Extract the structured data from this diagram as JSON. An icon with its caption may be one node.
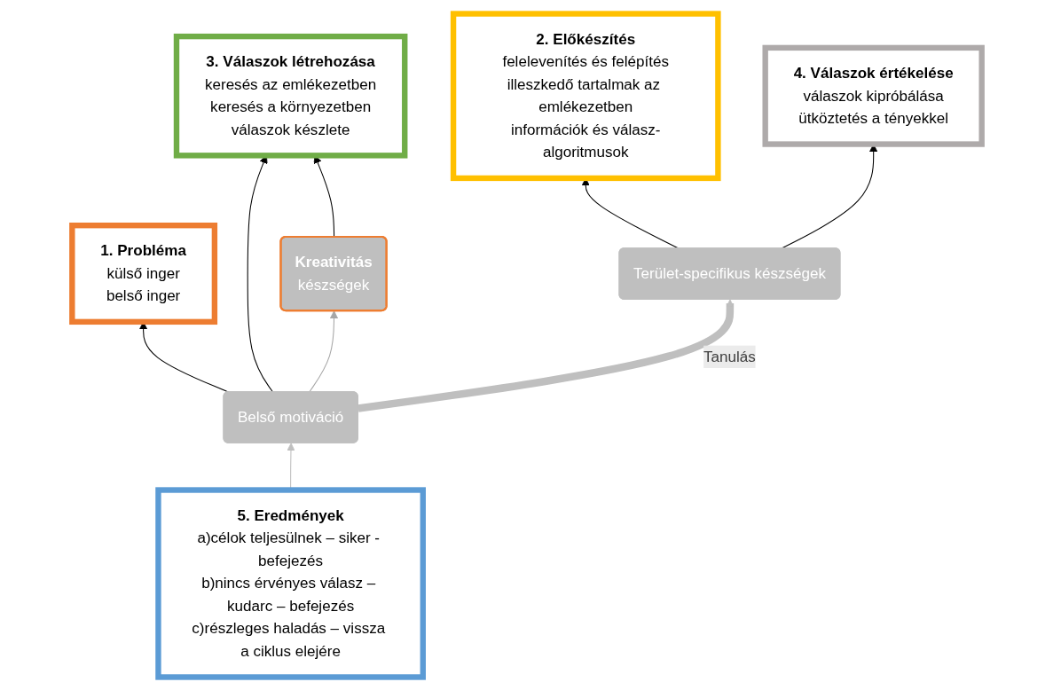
{
  "diagram": {
    "nodes": [
      {
        "text": [
          "1. Probléma",
          "külső inger",
          "belső inger"
        ]
      },
      {
        "text": [
          "2. Előkészítés",
          "felelevenítés és felépítés",
          "illeszkedő tartalmak az emlékezetben",
          "információk és válasz-algoritmusok"
        ]
      },
      {
        "text": [
          "3. Válaszok létrehozása",
          "keresés az emlékezetben",
          "keresés a környezetben",
          "válaszok készlete"
        ]
      },
      {
        "text": [
          "4. Válaszok értékelése",
          "válaszok kipróbálása",
          "ütköztetés a tényekkel"
        ]
      },
      {
        "text": [
          "5. Eredmények",
          "a)célok teljesülnek – siker - befejezés",
          "b)nincs érvényes válasz – kudarc – befejezés",
          "c)részleges haladás – vissza a ciklus elejére"
        ]
      },
      {
        "text": [
          "Belső motiváció"
        ]
      },
      {
        "text": [
          "Terület-specifikus készségek"
        ]
      },
      {
        "text": [
          "Kreativitás",
          "készségek"
        ]
      }
    ],
    "edges": [
      {
        "from": 5,
        "to": 0,
        "arrow": "to"
      },
      {
        "from": 5,
        "to": 2,
        "arrow": "to"
      },
      {
        "from": 6,
        "to": 1,
        "arrow": "to"
      },
      {
        "from": 6,
        "to": 3,
        "arrow": "to"
      },
      {
        "from": 7,
        "to": 2,
        "arrow": "to"
      },
      {
        "from": 5,
        "to": 6,
        "arrow": "to",
        "label": "Tanulás",
        "style": "thick",
        "color": "#bfbfbf"
      },
      {
        "from": 5,
        "to": 7,
        "arrow": "to",
        "color": "#a6a6a6"
      },
      {
        "from": 4,
        "to": 5,
        "arrow": "to",
        "color": "#bfbfbf"
      }
    ]
  }
}
